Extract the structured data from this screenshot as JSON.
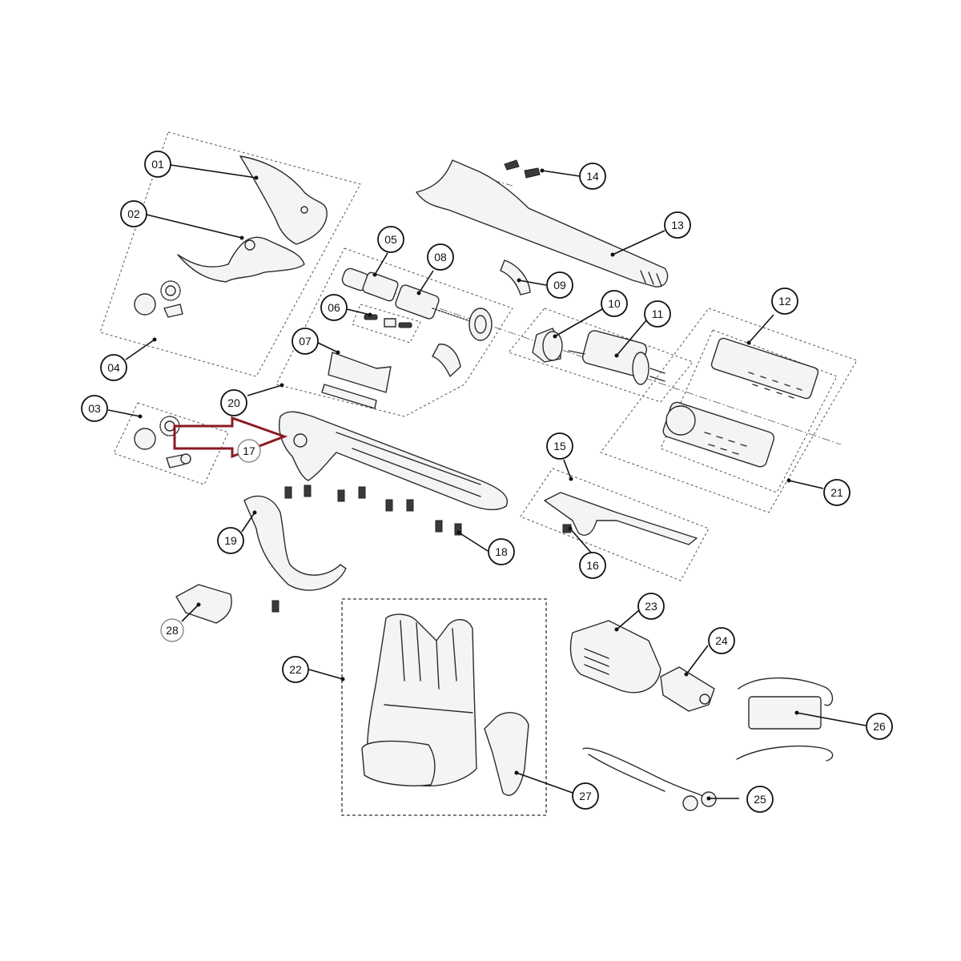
{
  "callouts": [
    {
      "id": "01",
      "label": "01"
    },
    {
      "id": "02",
      "label": "02"
    },
    {
      "id": "03",
      "label": "03"
    },
    {
      "id": "04",
      "label": "04"
    },
    {
      "id": "05",
      "label": "05"
    },
    {
      "id": "06",
      "label": "06"
    },
    {
      "id": "07",
      "label": "07"
    },
    {
      "id": "08",
      "label": "08"
    },
    {
      "id": "09",
      "label": "09"
    },
    {
      "id": "10",
      "label": "10"
    },
    {
      "id": "11",
      "label": "11"
    },
    {
      "id": "12",
      "label": "12"
    },
    {
      "id": "13",
      "label": "13"
    },
    {
      "id": "14",
      "label": "14"
    },
    {
      "id": "15",
      "label": "15"
    },
    {
      "id": "16",
      "label": "16"
    },
    {
      "id": "17",
      "label": "17"
    },
    {
      "id": "18",
      "label": "18"
    },
    {
      "id": "19",
      "label": "19"
    },
    {
      "id": "20",
      "label": "20"
    },
    {
      "id": "21",
      "label": "21"
    },
    {
      "id": "22",
      "label": "22"
    },
    {
      "id": "23",
      "label": "23"
    },
    {
      "id": "24",
      "label": "24"
    },
    {
      "id": "25",
      "label": "25"
    },
    {
      "id": "26",
      "label": "26"
    },
    {
      "id": "27",
      "label": "27"
    },
    {
      "id": "28",
      "label": "28"
    }
  ],
  "highlight": {
    "target": "17",
    "color": "#8b1a22"
  },
  "colors": {
    "line": "#2a2a2a",
    "arrow": "#8b1a22",
    "background": "#ffffff"
  }
}
